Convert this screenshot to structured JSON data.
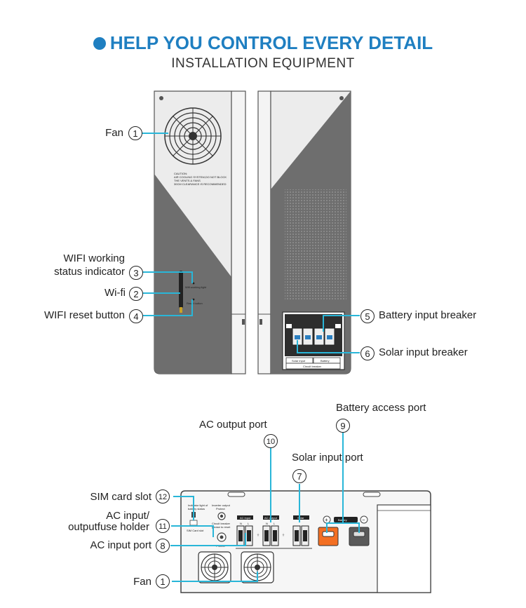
{
  "header": {
    "title": "HELP YOU CONTROL EVERY DETAIL",
    "subtitle": "INSTALLATION EQUIPMENT"
  },
  "device_text": {
    "caution": [
      "CAUTION:",
      "AIR COOLING SYSTEM,DO NOT BLOCK",
      "THE VENTS & FANS",
      "30CM CLEARANCE IS RECOMMENDED"
    ],
    "wifi_status": "Wifi working light",
    "wifi_reset": "Reset button",
    "solar_input": "Solar input",
    "battery": "Battery",
    "circuit_breaker": "Circuit breaker",
    "indicator_light": [
      "Indicator light of",
      "battery status"
    ],
    "sim_card": "SIM Card slot",
    "inverter_output": [
      "Inverter output",
      "Protect"
    ],
    "circuit_breaker_reset": [
      "Circuit breaker",
      "please to reset"
    ],
    "protect": "Protect",
    "ac_input": "AC input",
    "ac_output": "AC output",
    "solar": "Solar",
    "battery_port": "Battery",
    "n_label": "N",
    "l_label": "L",
    "plus": "+",
    "minus": "−"
  },
  "callouts": {
    "fan_top": {
      "label": "Fan",
      "number": "1"
    },
    "wifi_status": {
      "label_line1": "WIFI working",
      "label_line2": "status indicator",
      "number": "3"
    },
    "wifi": {
      "label": "Wi-fi",
      "number": "2"
    },
    "wifi_reset": {
      "label": "WIFI reset button",
      "number": "4"
    },
    "battery_breaker": {
      "label": "Battery input breaker",
      "number": "5"
    },
    "solar_breaker": {
      "label": "Solar input breaker",
      "number": "6"
    },
    "battery_port": {
      "label": "Battery access port",
      "number": "9"
    },
    "ac_output": {
      "label": "AC output port",
      "number": "10"
    },
    "solar_port": {
      "label": "Solar input port",
      "number": "7"
    },
    "sim": {
      "label": "SIM card slot",
      "number": "12"
    },
    "fuse": {
      "label_line1": "AC input/",
      "label_line2": "outputfuse holder",
      "number": "11"
    },
    "ac_input": {
      "label": "AC input port",
      "number": "8"
    },
    "fan_bottom": {
      "label": "Fan",
      "number": "1"
    }
  },
  "colors": {
    "accent": "#1f7fc1",
    "leader": "#29b6d8",
    "panel_gray": "#6e6e6e",
    "panel_light": "#ececec",
    "battery_orange": "#f36f22",
    "battery_gray": "#5a5a5a"
  }
}
